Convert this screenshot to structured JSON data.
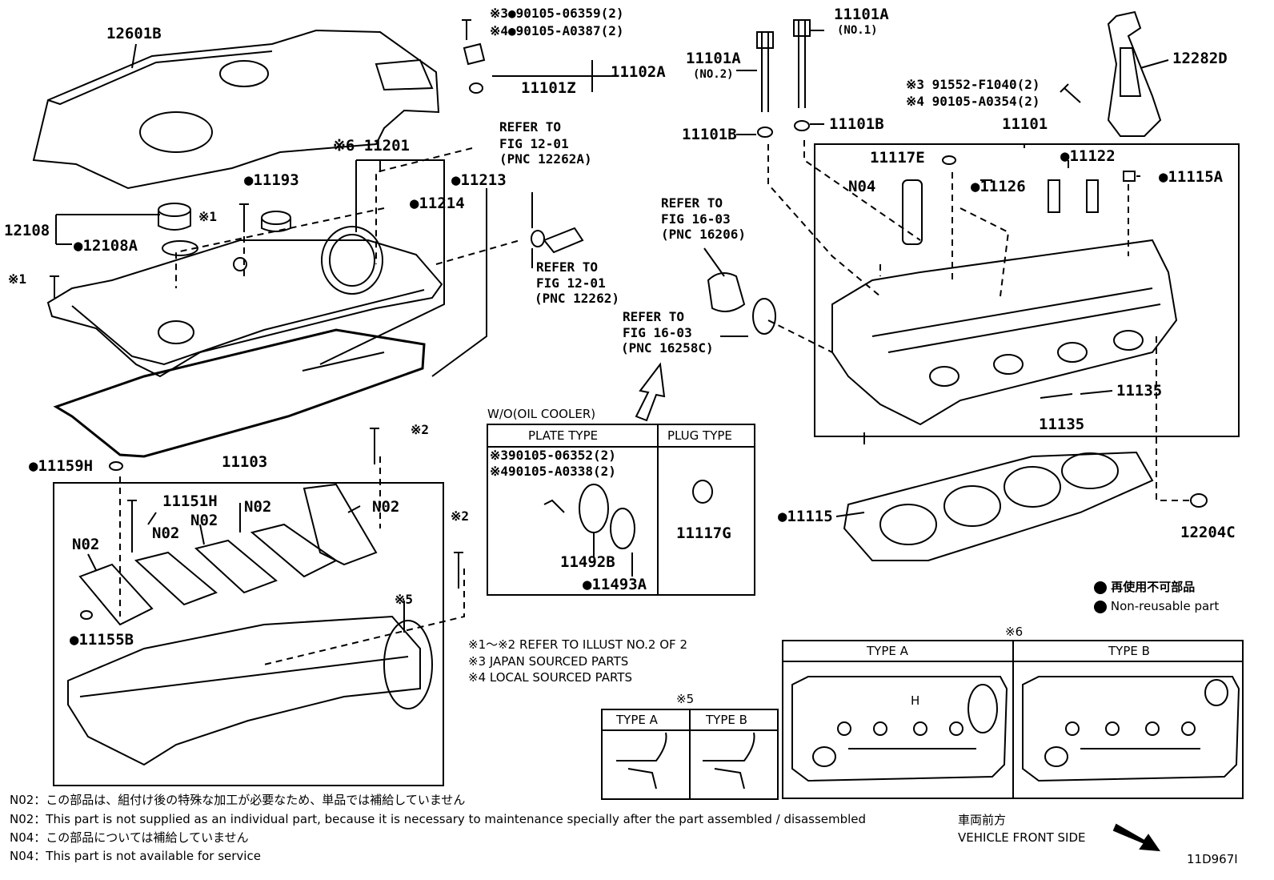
{
  "parts": {
    "cover": "12601B",
    "oil_filler_cap_assy": "12108",
    "oil_filler_gasket": "●12108A",
    "bolt_x1a": "※1",
    "bolt_x1b": "※1",
    "plug_11193": "●11193",
    "cover_assy_label": "※6 11201",
    "gasket_11213": "●11213",
    "gasket_11214": "●11214",
    "sensor_bolt_j": "※3●90105-06359(2)",
    "sensor_bolt_l": "※4●90105-A0387(2)",
    "sensor_11102a": "11102A",
    "oring_11101z": "11101Z",
    "refer_a_1": "REFER TO",
    "refer_a_2": "FIG 12-01",
    "refer_a_3": "(PNC 12262A)",
    "refer_b_1": "REFER TO",
    "refer_b_2": "FIG 12-01",
    "refer_b_3": "(PNC 12262)",
    "refer_c_1": "REFER TO",
    "refer_c_2": "FIG 16-03",
    "refer_c_3": "(PNC 16206)",
    "refer_d_1": "REFER TO",
    "refer_d_2": "FIG 16-03",
    "refer_d_3": "(PNC 16258C)",
    "bolt_no2": "11101A",
    "bolt_no2_sub": "(NO.2)",
    "bolt_no1": "11101A",
    "bolt_no1_sub": "(NO.1)",
    "washer_left": "11101B",
    "washer_right": "11101B",
    "hanger": "12282D",
    "hanger_bolt_j": "※3 91552-F1040(2)",
    "hanger_bolt_l": "※4 90105-A0354(2)",
    "head_sub_assy": "11101",
    "plug_11117e": "11117E",
    "n04": "N04",
    "pin_11126": "●11126",
    "pin_11122": "●11122",
    "plug_11115a": "●11115A",
    "pin_11135_a": "11135",
    "pin_11135_b": "11135",
    "head_gasket": "●11115",
    "plug_12204c": "12204C",
    "plug_11159h": "●11159H",
    "housing_11103": "11103",
    "bolt_11151h": "11151H",
    "n02_a": "N02",
    "n02_b": "N02",
    "n02_c": "N02",
    "n02_d": "N02",
    "n02_e": "N02",
    "plug_11155b": "●11155B",
    "x2_a": "※2",
    "x2_b": "※2",
    "x5_callout": "※5",
    "plate_11492b": "11492B",
    "gasket_11493a": "●11493A",
    "plug_11117g": "11117G"
  },
  "oil_cooler": {
    "title": "W/O(OIL COOLER)",
    "plate_type": "PLATE TYPE",
    "plug_type": "PLUG TYPE",
    "bolt_j": "※390105-06352(2)",
    "bolt_l": "※490105-A0338(2)"
  },
  "legend": {
    "jp": "● 再使用不可部品",
    "en": "● Non-reusable part"
  },
  "refer_notes": {
    "line1": "※1～※2  REFER TO ILLUST NO.2 OF 2",
    "line2": "※3  JAPAN SOURCED PARTS",
    "line3": "※4  LOCAL SOURCED PARTS"
  },
  "x5_table": {
    "mark": "※5",
    "type_a": "TYPE A",
    "type_b": "TYPE B"
  },
  "x6_table": {
    "mark": "※6",
    "type_a": "TYPE A",
    "type_b": "TYPE B",
    "h_mark": "H"
  },
  "footer": {
    "n02_jp": "N02：この部品は、組付け後の特殊な加工が必要なため、単品では補給していません",
    "n02_en": "N02：This part is not supplied as an individual part, because it is necessary to maintenance specially after the part assembled / disassembled",
    "n04_jp": "N04：この部品については補給していません",
    "n04_en": "N04：This part is not available for service",
    "front_jp": "車両前方",
    "front_en": "VEHICLE FRONT SIDE",
    "figure_id": "11D967I"
  }
}
